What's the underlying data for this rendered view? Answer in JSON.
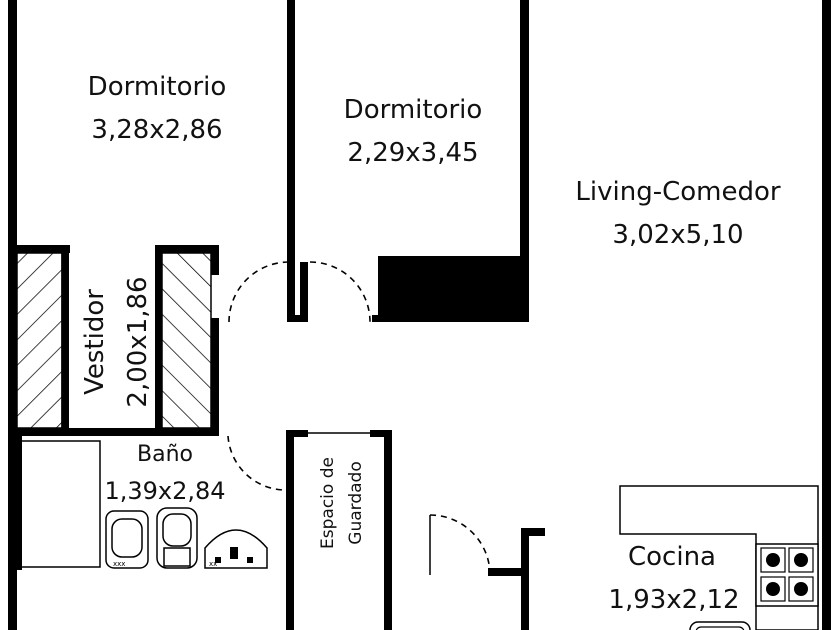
{
  "rooms": {
    "dormitorio_1": {
      "name": "Dormitorio",
      "size": "3,28x2,86"
    },
    "dormitorio_2": {
      "name": "Dormitorio",
      "size": "2,29x3,45"
    },
    "living": {
      "name": "Living-Comedor",
      "size": "3,02x5,10"
    },
    "vestidor": {
      "name": "Vestidor",
      "size": "2,00x1,86"
    },
    "bano": {
      "name": "Baño",
      "size": "1,39x2,84"
    },
    "espacio": {
      "line1": "Espacio de",
      "line2": "Guardado"
    },
    "cocina": {
      "name": "Cocina",
      "size": "1,93x2,12"
    }
  },
  "colors": {
    "wall": "#000000",
    "background": "#ffffff"
  }
}
